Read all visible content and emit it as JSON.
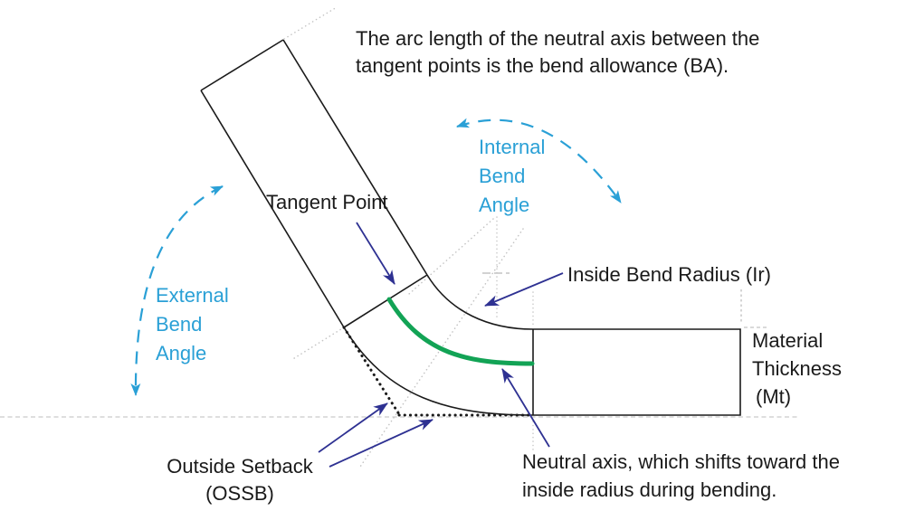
{
  "note": {
    "line1": "The arc length of the neutral axis between the",
    "line2": "tangent points is the bend allowance (BA)."
  },
  "labels": {
    "tangent_point": "Tangent Point",
    "internal_bend_angle": {
      "l1": "Internal",
      "l2": "Bend",
      "l3": "Angle"
    },
    "external_bend_angle": {
      "l1": "External",
      "l2": "Bend",
      "l3": "Angle"
    },
    "inside_bend_radius": "Inside Bend Radius (Ir)",
    "material_thickness": {
      "l1": "Material",
      "l2": "Thickness",
      "l3": "(Mt)"
    },
    "outside_setback": {
      "l1": "Outside Setback",
      "l2": "(OSSB)"
    },
    "neutral_axis": {
      "l1": "Neutral axis, which shifts toward the",
      "l2": "inside radius during bending."
    }
  },
  "colors": {
    "cyan": "#2AA0D6",
    "navy": "#2E3192",
    "green": "#12A355",
    "gray": "#C3C3C3",
    "ink": "#1A1A1A",
    "bg": "#FFFFFF"
  }
}
